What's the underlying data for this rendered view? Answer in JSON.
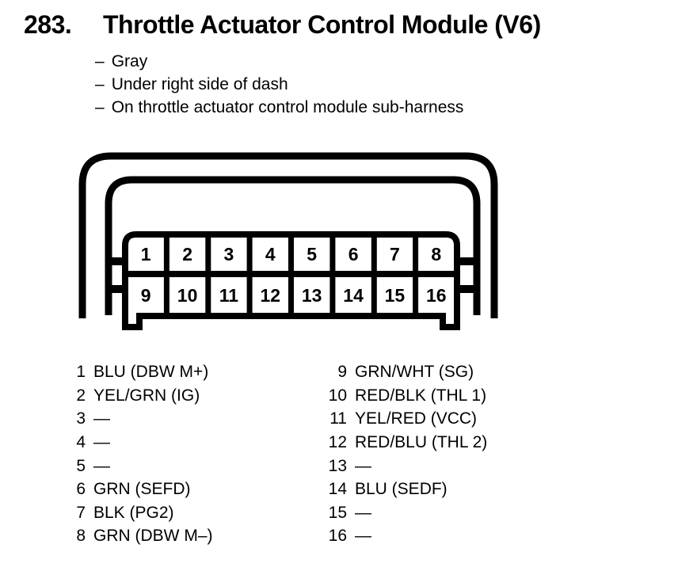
{
  "page": {
    "item_number": "283.",
    "title": "Throttle Actuator Control Module (V6)",
    "notes": [
      {
        "bullet": "–",
        "text": "Gray"
      },
      {
        "bullet": "–",
        "text": "Under right side of dash"
      },
      {
        "bullet": "–",
        "text": "On throttle actuator control module sub-harness"
      }
    ]
  },
  "connector": {
    "description": "16-pin connector, front view, two rows of eight",
    "cells": [
      "1",
      "2",
      "3",
      "4",
      "5",
      "6",
      "7",
      "8",
      "9",
      "10",
      "11",
      "12",
      "13",
      "14",
      "15",
      "16"
    ]
  },
  "pinout": {
    "left": [
      {
        "pin": "1",
        "label": "BLU (DBW M+)"
      },
      {
        "pin": "2",
        "label": "YEL/GRN (IG)"
      },
      {
        "pin": "3",
        "label": "—"
      },
      {
        "pin": "4",
        "label": "—"
      },
      {
        "pin": "5",
        "label": "—"
      },
      {
        "pin": "6",
        "label": "GRN (SEFD)"
      },
      {
        "pin": "7",
        "label": "BLK (PG2)"
      },
      {
        "pin": "8",
        "label": "GRN (DBW M–)"
      }
    ],
    "right": [
      {
        "pin": "9",
        "label": "GRN/WHT (SG)"
      },
      {
        "pin": "10",
        "label": "RED/BLK (THL 1)"
      },
      {
        "pin": "11",
        "label": "YEL/RED (VCC)"
      },
      {
        "pin": "12",
        "label": "RED/BLU (THL 2)"
      },
      {
        "pin": "13",
        "label": "—"
      },
      {
        "pin": "14",
        "label": "BLU (SEDF)"
      },
      {
        "pin": "15",
        "label": "—"
      },
      {
        "pin": "16",
        "label": "—"
      }
    ]
  },
  "colors": {
    "ink": "#000000",
    "background": "#ffffff"
  }
}
